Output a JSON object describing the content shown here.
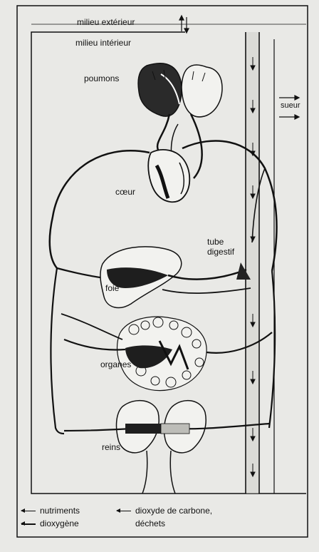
{
  "labels": {
    "milieu_exterieur": "milieu extérieur",
    "milieu_interieur": "milieu intérieur",
    "poumons": "poumons",
    "coeur": "cœur",
    "tube_digestif": "tube digestif",
    "foie": "foie",
    "organes": "organes",
    "reins": "reins",
    "sueur": "sueur"
  },
  "legend": {
    "nutriments": "nutriments",
    "dioxygene": "dioxygène",
    "dioxyde": "dioxyde de carbone,",
    "dechets": "déchets"
  },
  "colors": {
    "ink": "#111111",
    "paper": "#e9e9e6",
    "organ_fill": "#f2f2ef",
    "dark_fill": "#1a1a1a"
  }
}
